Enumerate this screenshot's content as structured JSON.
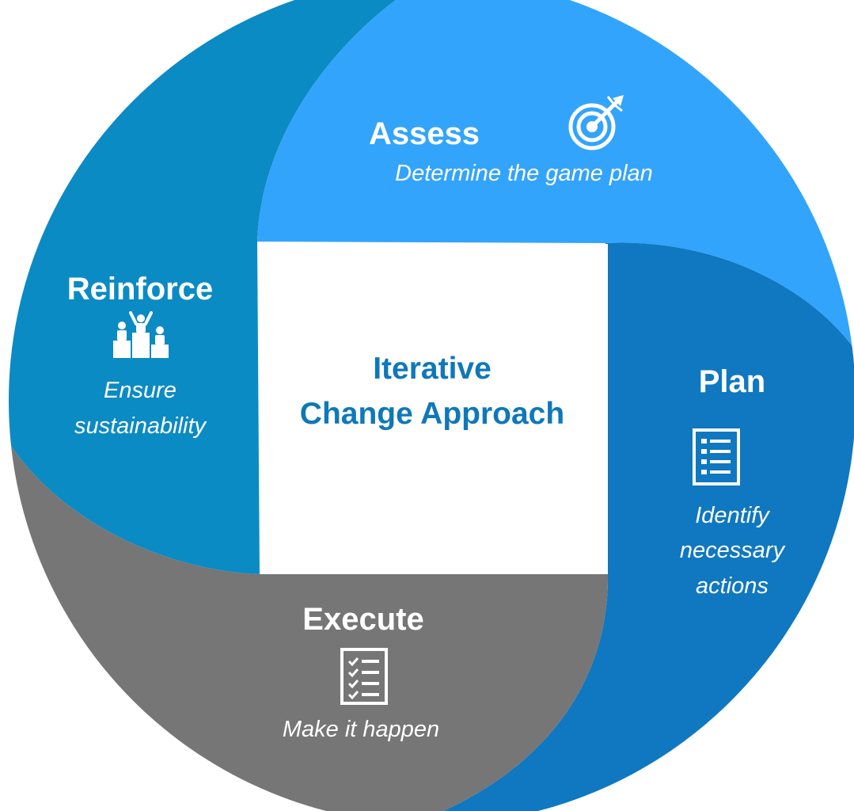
{
  "center": {
    "line1": "Iterative",
    "line2": "Change Approach"
  },
  "segments": {
    "assess": {
      "title": "Assess",
      "desc_lines": [
        "Determine the game plan"
      ],
      "icon": "target-icon",
      "color": "#33a4fb"
    },
    "plan": {
      "title": "Plan",
      "desc_lines": [
        "Identify",
        "necessary",
        "actions"
      ],
      "icon": "list-document-icon",
      "color": "#0f78c0"
    },
    "execute": {
      "title": "Execute",
      "desc_lines": [
        "Make it happen"
      ],
      "icon": "checklist-icon",
      "color": "#767676"
    },
    "reinforce": {
      "title": "Reinforce",
      "desc_lines": [
        "Ensure",
        "sustainability"
      ],
      "icon": "podium-icon",
      "color": "#0b8bc4"
    }
  },
  "colors": {
    "center_text": "#0f78b8",
    "center_fill": "#ffffff"
  }
}
